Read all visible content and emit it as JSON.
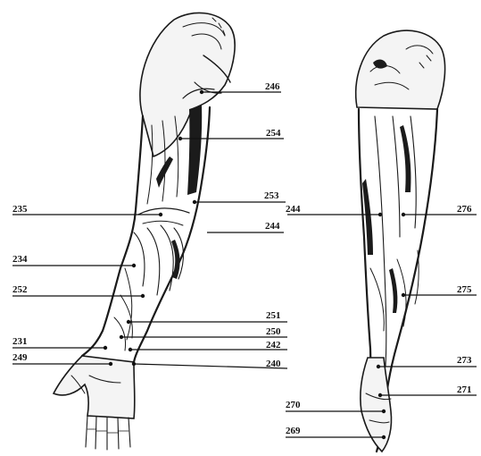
{
  "left_arm_labels": {
    "l246": "246",
    "l254": "254",
    "l253": "253",
    "l235": "235",
    "l244": "244",
    "l234": "234",
    "l252": "252",
    "l251": "251",
    "l250": "250",
    "l231": "231",
    "l242": "242",
    "l249": "249",
    "l240": "240"
  },
  "right_arm_labels": {
    "l244": "244",
    "l276": "276",
    "l275": "275",
    "l273": "273",
    "l271": "271",
    "l270": "270",
    "l269": "269"
  }
}
